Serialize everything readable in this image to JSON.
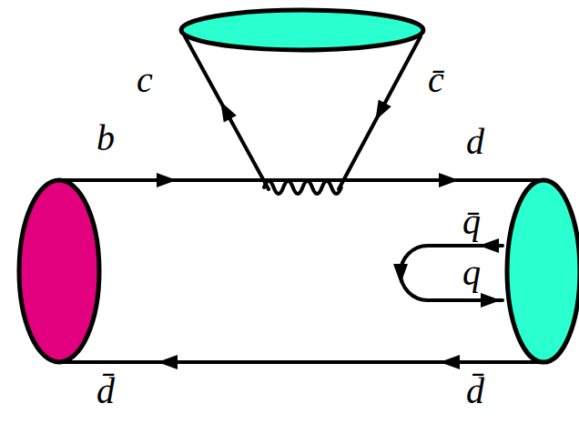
{
  "diagram": {
    "labels": [
      "c",
      "c̄",
      "b",
      "d",
      "q̄",
      "q",
      "d̄",
      "d̄"
    ]
  }
}
